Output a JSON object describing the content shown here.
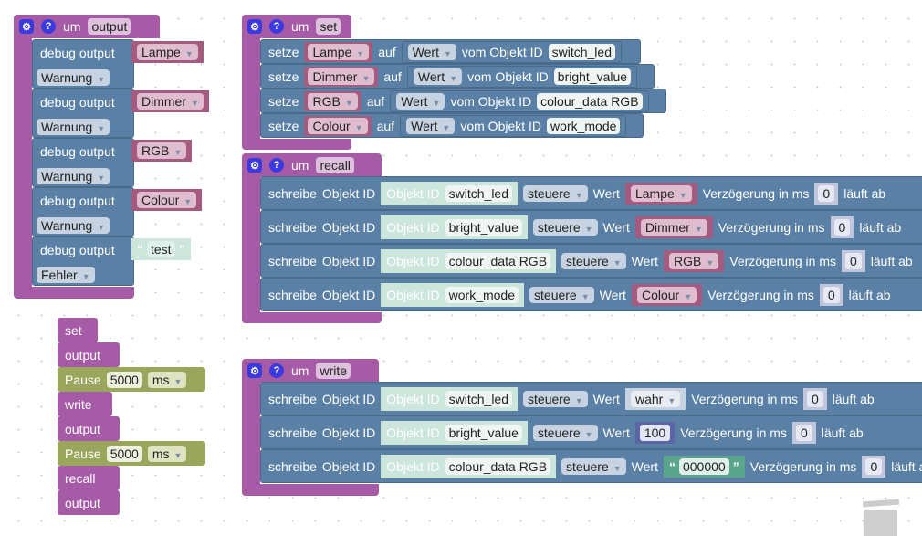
{
  "icons": {
    "gear": "gear-icon",
    "help": "help-icon"
  },
  "colors": {
    "procedure": "#a55ba5",
    "action": "#5b80a5",
    "variable": "#a55b80",
    "number": "#5b67a5",
    "text": "#5ba58c",
    "pause": "#9aa65b"
  },
  "output_proc": {
    "prefix": "um",
    "name": "output",
    "statements": [
      {
        "label": "debug output",
        "var": "Lampe",
        "level": "Warnung"
      },
      {
        "label": "debug output",
        "var": "Dimmer",
        "level": "Warnung"
      },
      {
        "label": "debug output",
        "var": "RGB",
        "level": "Warnung"
      },
      {
        "label": "debug output",
        "var": "Colour",
        "level": "Warnung"
      }
    ],
    "last": {
      "label": "debug output",
      "text": "test",
      "level": "Fehler"
    }
  },
  "set_proc": {
    "prefix": "um",
    "name": "set",
    "rows": [
      {
        "setze": "setze",
        "var": "Lampe",
        "auf": "auf",
        "wert": "Wert",
        "vom": "vom Objekt ID",
        "id": "switch_led"
      },
      {
        "setze": "setze",
        "var": "Dimmer",
        "auf": "auf",
        "wert": "Wert",
        "vom": "vom Objekt ID",
        "id": "bright_value"
      },
      {
        "setze": "setze",
        "var": "RGB",
        "auf": "auf",
        "wert": "Wert",
        "vom": "vom Objekt ID",
        "id": "colour_data RGB"
      },
      {
        "setze": "setze",
        "var": "Colour",
        "auf": "auf",
        "wert": "Wert",
        "vom": "vom Objekt ID",
        "id": "work_mode"
      }
    ]
  },
  "recall_proc": {
    "prefix": "um",
    "name": "recall",
    "rows": [
      {
        "schreibe": "schreibe",
        "objid": "Objekt ID",
        "objlbl": "Objekt ID",
        "id": "switch_led",
        "mode": "steuere",
        "wert": "Wert",
        "value": "Lampe",
        "delay": "Verzögerung in ms",
        "delay_val": "0",
        "tail": "läuft ab"
      },
      {
        "schreibe": "schreibe",
        "objid": "Objekt ID",
        "objlbl": "Objekt ID",
        "id": "bright_value",
        "mode": "steuere",
        "wert": "Wert",
        "value": "Dimmer",
        "delay": "Verzögerung in ms",
        "delay_val": "0",
        "tail": "läuft ab"
      },
      {
        "schreibe": "schreibe",
        "objid": "Objekt ID",
        "objlbl": "Objekt ID",
        "id": "colour_data RGB",
        "mode": "steuere",
        "wert": "Wert",
        "value": "RGB",
        "delay": "Verzögerung in ms",
        "delay_val": "0",
        "tail": "läuft ab"
      },
      {
        "schreibe": "schreibe",
        "objid": "Objekt ID",
        "objlbl": "Objekt ID",
        "id": "work_mode",
        "mode": "steuere",
        "wert": "Wert",
        "value": "Colour",
        "delay": "Verzögerung in ms",
        "delay_val": "0",
        "tail": "läuft ab"
      }
    ]
  },
  "write_proc": {
    "prefix": "um",
    "name": "write",
    "rows": [
      {
        "schreibe": "schreibe",
        "objid": "Objekt ID",
        "objlbl": "Objekt ID",
        "id": "switch_led",
        "mode": "steuere",
        "wert": "Wert",
        "value": "wahr",
        "delay": "Verzögerung in ms",
        "delay_val": "0",
        "tail": "läuft ab"
      },
      {
        "schreibe": "schreibe",
        "objid": "Objekt ID",
        "objlbl": "Objekt ID",
        "id": "bright_value",
        "mode": "steuere",
        "wert": "Wert",
        "value": "100",
        "delay": "Verzögerung in ms",
        "delay_val": "0",
        "tail": "läuft ab"
      },
      {
        "schreibe": "schreibe",
        "objid": "Objekt ID",
        "objlbl": "Objekt ID",
        "id": "colour_data RGB",
        "mode": "steuere",
        "wert": "Wert",
        "value": "000000",
        "delay": "Verzögerung in ms",
        "delay_val": "0",
        "tail": "läuft ab"
      }
    ]
  },
  "main_stack": [
    {
      "label": "set"
    },
    {
      "label": "output"
    },
    {
      "label": "Pause",
      "value": "5000",
      "unit": "ms"
    },
    {
      "label": "write"
    },
    {
      "label": "output"
    },
    {
      "label": "Pause",
      "value": "5000",
      "unit": "ms"
    },
    {
      "label": "recall"
    },
    {
      "label": "output"
    }
  ]
}
